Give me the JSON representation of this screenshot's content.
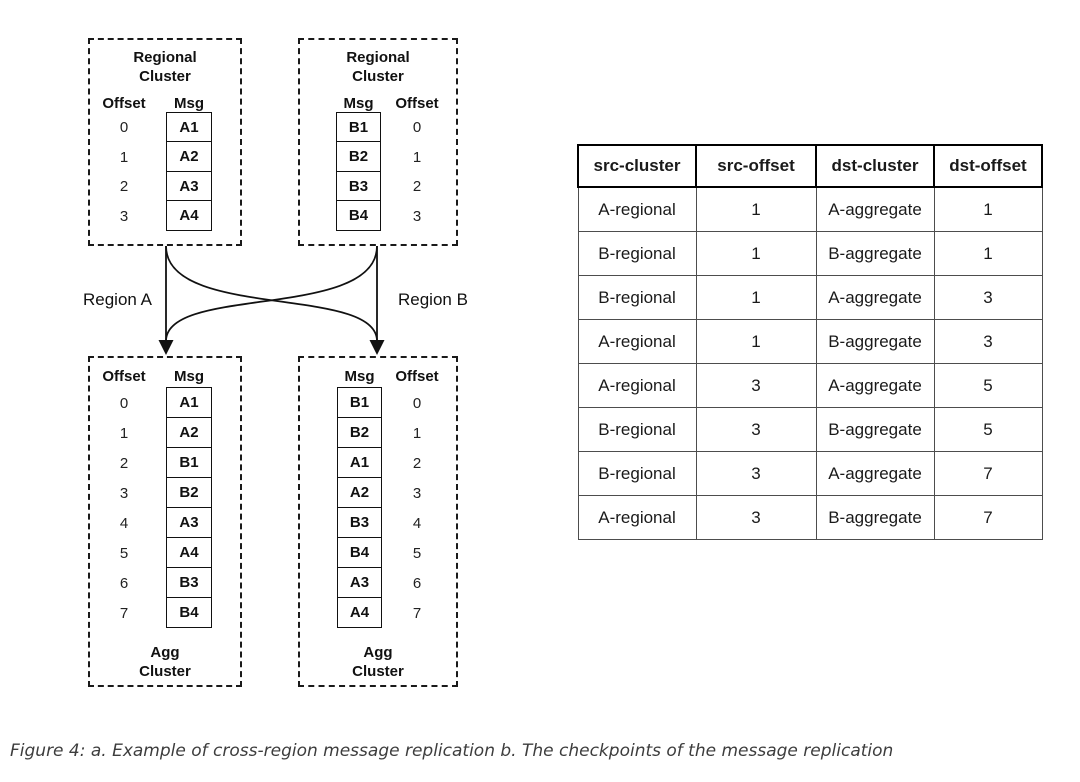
{
  "colors": {
    "line": "#1a1a1a",
    "table_border_heavy": "#000000",
    "table_border_light": "#4d4d4d",
    "caption_text": "#3d3d3d"
  },
  "diagram": {
    "region_a_label": "Region A",
    "region_b_label": "Region B",
    "regional_a": {
      "title": "Regional Cluster",
      "offset_header": "Offset",
      "msg_header": "Msg",
      "rows": [
        {
          "offset": "0",
          "msg": "A1"
        },
        {
          "offset": "1",
          "msg": "A2"
        },
        {
          "offset": "2",
          "msg": "A3"
        },
        {
          "offset": "3",
          "msg": "A4"
        }
      ]
    },
    "regional_b": {
      "title": "Regional Cluster",
      "offset_header": "Offset",
      "msg_header": "Msg",
      "rows": [
        {
          "offset": "0",
          "msg": "B1"
        },
        {
          "offset": "1",
          "msg": "B2"
        },
        {
          "offset": "2",
          "msg": "B3"
        },
        {
          "offset": "3",
          "msg": "B4"
        }
      ]
    },
    "agg_a": {
      "title": "Agg Cluster",
      "offset_header": "Offset",
      "msg_header": "Msg",
      "rows": [
        {
          "offset": "0",
          "msg": "A1"
        },
        {
          "offset": "1",
          "msg": "A2"
        },
        {
          "offset": "2",
          "msg": "B1"
        },
        {
          "offset": "3",
          "msg": "B2"
        },
        {
          "offset": "4",
          "msg": "A3"
        },
        {
          "offset": "5",
          "msg": "A4"
        },
        {
          "offset": "6",
          "msg": "B3"
        },
        {
          "offset": "7",
          "msg": "B4"
        }
      ]
    },
    "agg_b": {
      "title": "Agg Cluster",
      "offset_header": "Offset",
      "msg_header": "Msg",
      "rows": [
        {
          "offset": "0",
          "msg": "B1"
        },
        {
          "offset": "1",
          "msg": "B2"
        },
        {
          "offset": "2",
          "msg": "A1"
        },
        {
          "offset": "3",
          "msg": "A2"
        },
        {
          "offset": "4",
          "msg": "B3"
        },
        {
          "offset": "5",
          "msg": "B4"
        },
        {
          "offset": "6",
          "msg": "A3"
        },
        {
          "offset": "7",
          "msg": "A4"
        }
      ]
    }
  },
  "checkpoint_table": {
    "headers": [
      "src-cluster",
      "src-offset",
      "dst-cluster",
      "dst-offset"
    ],
    "rows": [
      [
        "A-regional",
        "1",
        "A-aggregate",
        "1"
      ],
      [
        "B-regional",
        "1",
        "B-aggregate",
        "1"
      ],
      [
        "B-regional",
        "1",
        "A-aggregate",
        "3"
      ],
      [
        "A-regional",
        "1",
        "B-aggregate",
        "3"
      ],
      [
        "A-regional",
        "3",
        "A-aggregate",
        "5"
      ],
      [
        "B-regional",
        "3",
        "B-aggregate",
        "5"
      ],
      [
        "B-regional",
        "3",
        "A-aggregate",
        "7"
      ],
      [
        "A-regional",
        "3",
        "B-aggregate",
        "7"
      ]
    ]
  },
  "caption": "Figure 4: a. Example of cross-region message replication b. The checkpoints of the message replication"
}
